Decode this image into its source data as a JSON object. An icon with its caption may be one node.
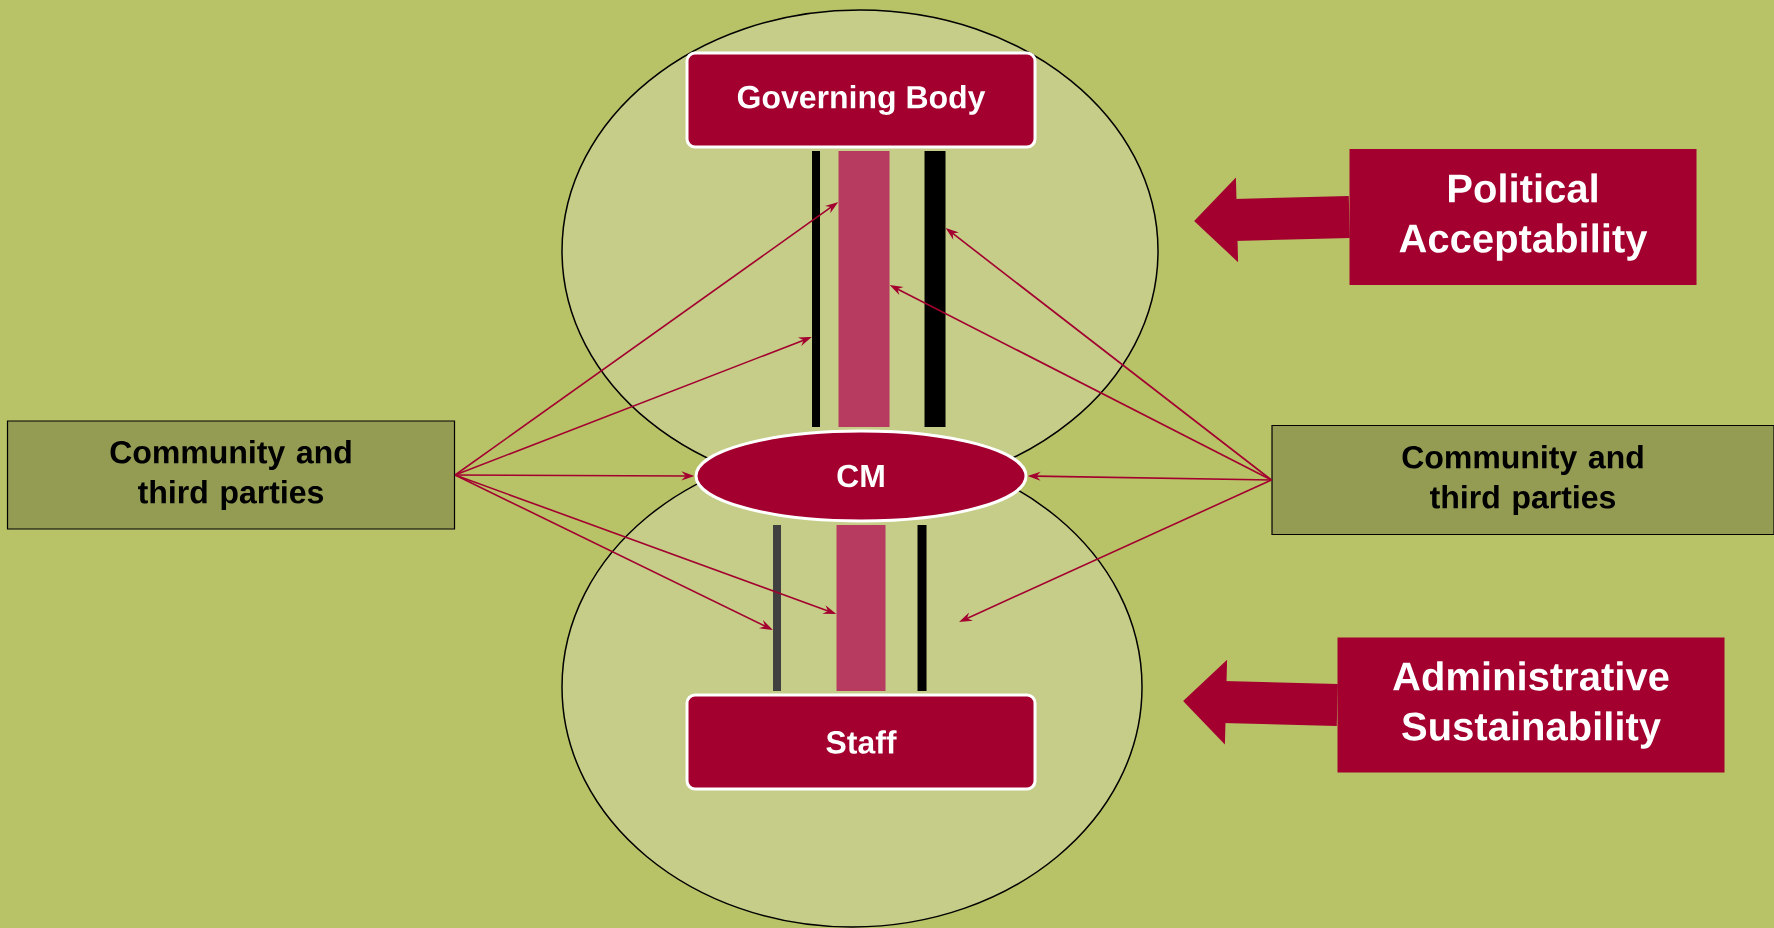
{
  "diagram": {
    "nodes": [
      {
        "text": [
          "Governing Body"
        ]
      },
      {
        "text": [
          "Political Acceptability"
        ]
      },
      {
        "text": [],
        "shape": "bar"
      },
      {
        "text": [],
        "shape": "bar"
      },
      {
        "text": [],
        "shape": "bar"
      },
      {
        "text": [
          "Community and third parties"
        ]
      },
      {
        "text": [
          "CM"
        ]
      },
      {
        "text": [
          "Community and third parties"
        ]
      },
      {
        "text": [],
        "shape": "bar"
      },
      {
        "text": [],
        "shape": "bar"
      },
      {
        "text": [],
        "shape": "bar"
      },
      {
        "text": [
          "Administrative Sustainability"
        ]
      },
      {
        "text": [
          "Staff"
        ]
      }
    ],
    "edges": [
      {
        "from": 5,
        "to": 3,
        "arrow": "to"
      },
      {
        "from": 5,
        "to": 2,
        "arrow": "to"
      },
      {
        "from": 5,
        "to": 6,
        "arrow": "to"
      },
      {
        "from": 5,
        "to": 9,
        "arrow": "to"
      },
      {
        "from": 5,
        "to": 8,
        "arrow": "to"
      },
      {
        "from": 7,
        "to": 4,
        "arrow": "to"
      },
      {
        "from": 7,
        "to": 3,
        "arrow": "to"
      },
      {
        "from": 7,
        "to": 6,
        "arrow": "to"
      },
      {
        "from": 7,
        "to": null,
        "arrow": "to"
      },
      {
        "from": 1,
        "to": null,
        "arrow": "to",
        "style": "thick"
      },
      {
        "from": 11,
        "to": null,
        "arrow": "to",
        "style": "thick"
      }
    ]
  }
}
